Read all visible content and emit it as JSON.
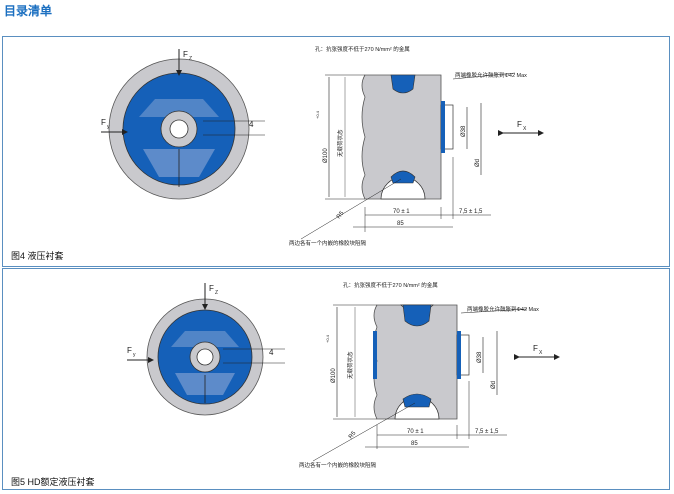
{
  "header": {
    "title": "目录清单"
  },
  "figures": [
    {
      "caption": "图4 液压衬套",
      "note_top": "孔：抗张强度不低于270 N/mm² 的金属",
      "note_right": "两端橡胶允许鼓胀到Φ42 Max",
      "note_bottom": "两边各有一个内嵌的橡胶块阻隔",
      "fz_label": "F",
      "fz_sub": "Z",
      "fy_label": "F",
      "fy_sub": "y",
      "fx_label": "F",
      "fx_sub": "X",
      "dim_4": "4",
      "dim_diameter": "Ø100",
      "dim_tolerance": "+0.4",
      "dim_unloaded": "无载荷状态",
      "dim_inner": "Ø38",
      "dim_d": "Ød",
      "dim_r5": "R5",
      "dim_70": "70 ± 1",
      "dim_85": "85",
      "dim_7_5": "7,5 ± 1,5"
    },
    {
      "caption": "图5 HD额定液压衬套",
      "note_top": "孔：抗张强度不低于270 N/mm² 的金属",
      "note_right": "两端橡胶允许鼓胀到Φ42 Max",
      "note_bottom": "两边各有一个内嵌的橡胶块阻隔",
      "fz_label": "F",
      "fz_sub": "Z",
      "fy_label": "F",
      "fy_sub": "y",
      "fx_label": "F",
      "fx_sub": "X",
      "dim_4": "4",
      "dim_diameter": "Ø100",
      "dim_tolerance": "+0.4",
      "dim_unloaded": "无载荷状态",
      "dim_inner": "Ø38",
      "dim_d": "Ød",
      "dim_r5": "R5",
      "dim_70": "70 ± 1",
      "dim_85": "85",
      "dim_7_5": "7,5 ± 1,5"
    }
  ],
  "colors": {
    "rubber_blue": "#1560b8",
    "metal_gray": "#c8c8cc",
    "frame_blue": "#5a8fc0",
    "title_blue": "#1b6fc0"
  }
}
